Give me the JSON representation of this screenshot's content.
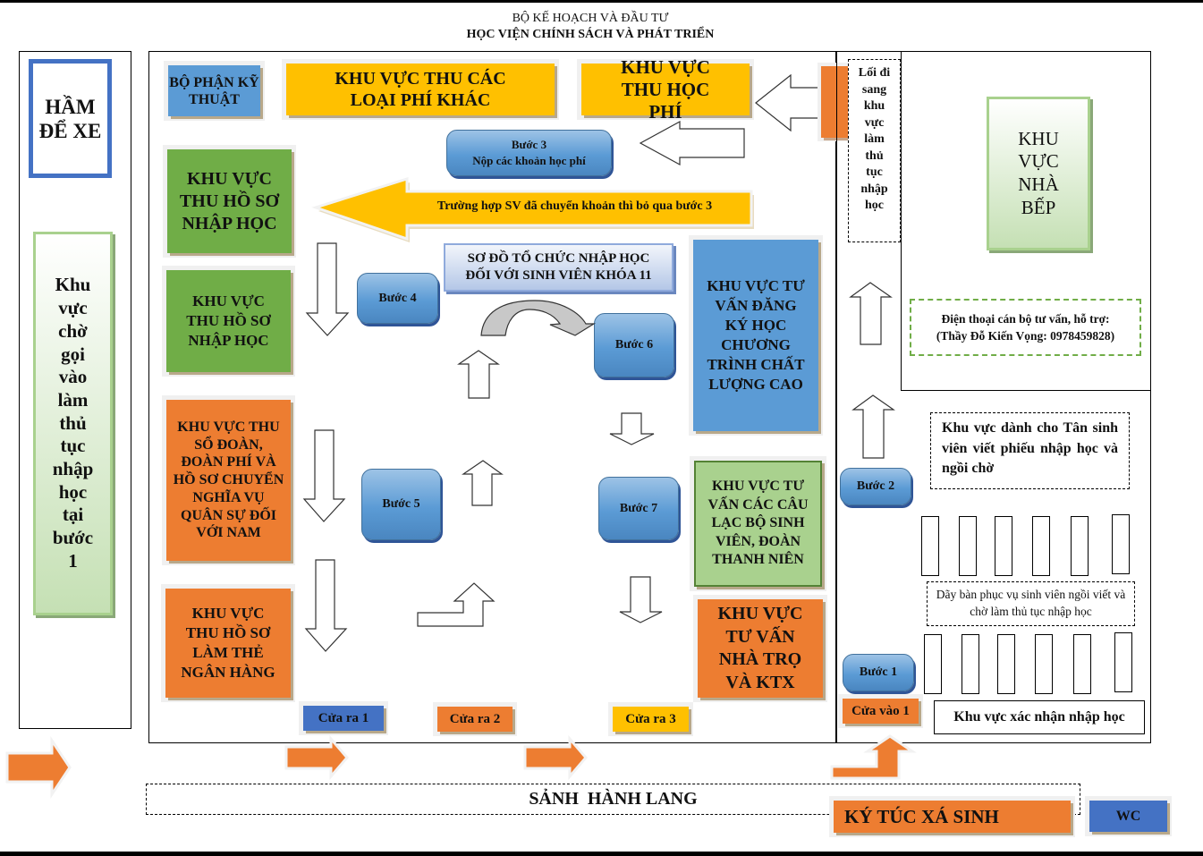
{
  "header": {
    "line1": "BỘ KẾ HOẠCH VÀ ĐẦU TƯ",
    "line2": "HỌC VIỆN CHÍNH SÁCH VÀ PHÁT TRIỂN"
  },
  "left": {
    "parking": "HẦM ĐỂ XE",
    "waiting_area": "Khu vực chờ gọi vào làm thủ tục nhập học tại bước 1"
  },
  "main": {
    "title": "SƠ ĐỒ TỔ CHỨC NHẬP HỌC ĐỐI VỚI SINH VIÊN KHÓA 11",
    "tech_dept": "BỘ PHẬN KỸ THUẬT",
    "other_fees": "KHU VỰC THU CÁC LOẠI PHÍ KHÁC",
    "tuition": "KHU VỰC THU HỌC PHÍ",
    "documents_1": "KHU VỰC THU HỒ SƠ NHẬP HỌC",
    "documents_2": "KHU VỰC THU HỒ SƠ NHẬP HỌC",
    "union": "KHU VỰC THU SỔ ĐOÀN, ĐOÀN PHÍ VÀ HỒ SƠ CHUYỂN NGHĨA VỤ QUÂN SỰ ĐỐI VỚI NAM",
    "bank_card": "KHU VỰC THU HỒ SƠ LÀM THẺ NGÂN HÀNG",
    "hq_program": "KHU VỰC TƯ VẤN ĐĂNG KÝ HỌC CHƯƠNG TRÌNH CHẤT LƯỢNG CAO",
    "clubs": "KHU VỰC TƯ VẤN CÁC CÂU LẠC BỘ SINH VIÊN, ĐOÀN THANH NIÊN",
    "housing": "KHU VỰC TƯ VẤN NHÀ TRỌ VÀ KTX",
    "skip_note": "Trường hợp SV đã chuyển khoản thì bỏ qua bước 3",
    "steps": {
      "step3_title": "Bước 3",
      "step3_desc": "Nộp các khoản học phí",
      "step4": "Bước 4",
      "step5": "Bước 5",
      "step6": "Bước 6",
      "step7": "Bước 7"
    },
    "exits": [
      "Cửa ra 1",
      "Cửa ra 2",
      "Cửa ra 3"
    ]
  },
  "right": {
    "passage": "Lối đi sang khu vực làm thủ tục nhập học",
    "kitchen": "KHU VỰC NHÀ BẾP",
    "support_line1": "Điện thoại cán bộ tư vấn, hỗ trợ:",
    "support_line2": "(Thầy Đỗ Kiến Vọng: 0978459828)",
    "writing_area": "Khu vực dành cho Tân sinh viên viết phiếu nhập học và ngồi chờ",
    "desk_row_label": "Dãy bàn phục vụ sinh viên ngồi viết và chờ làm thủ tục nhập học",
    "confirm_area": "Khu vực xác nhận nhập học",
    "step1": "Bước 1",
    "step2": "Bước 2",
    "entrance": "Cửa vào 1"
  },
  "bottom": {
    "hall": "SẢNH  HÀNH LANG",
    "dorm": "KÝ TÚC XÁ SINH",
    "wc": "WC"
  },
  "colors": {
    "orange": "#ED7D31",
    "yellow": "#FFC000",
    "blue": "#5B9BD5",
    "dark_blue": "#4472C4",
    "green": "#70AD47",
    "light_green": "#A9D18E"
  }
}
